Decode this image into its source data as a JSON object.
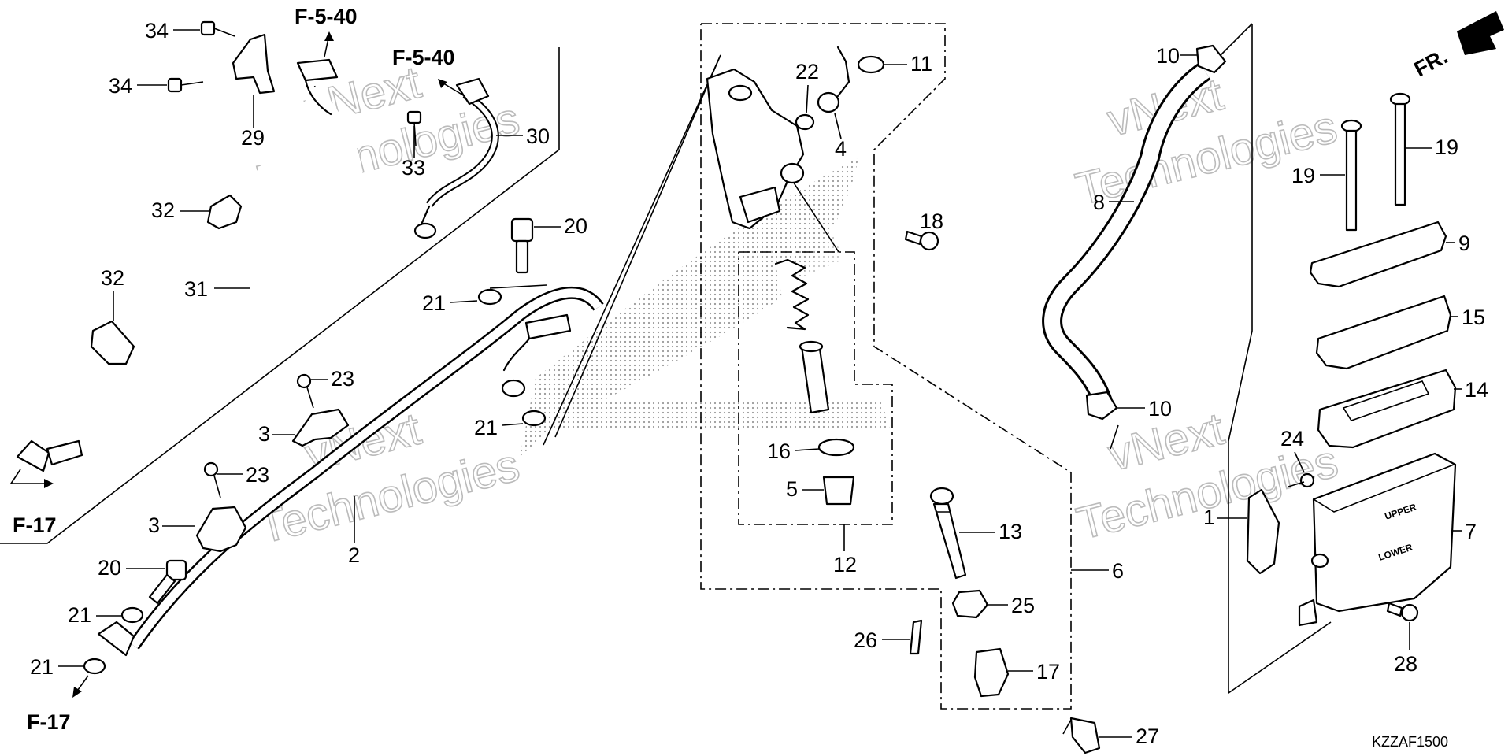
{
  "diagram_code": "KZZAF1500",
  "front_marker": "FR.",
  "references": {
    "top_left": "F-5-40",
    "top_mid": "F-5-40",
    "bottom_left_1": "F-17",
    "bottom_left_2": "F-17"
  },
  "reservoir_text": {
    "upper": "UPPER",
    "lower": "LOWER"
  },
  "watermark": {
    "line1": "vNext",
    "line2": "Technologies"
  },
  "callouts": {
    "c1": "1",
    "c2": "2",
    "c3a": "3",
    "c3b": "3",
    "c4": "4",
    "c5": "5",
    "c6": "6",
    "c7": "7",
    "c8": "8",
    "c9": "9",
    "c10a": "10",
    "c10b": "10",
    "c11": "11",
    "c12": "12",
    "c13": "13",
    "c14": "14",
    "c15": "15",
    "c16": "16",
    "c17": "17",
    "c18": "18",
    "c19a": "19",
    "c19b": "19",
    "c20a": "20",
    "c20b": "20",
    "c21a": "21",
    "c21b": "21",
    "c21c": "21",
    "c21d": "21",
    "c22": "22",
    "c23a": "23",
    "c23b": "23",
    "c24": "24",
    "c25": "25",
    "c26": "26",
    "c27": "27",
    "c28": "28",
    "c29": "29",
    "c30": "30",
    "c31": "31",
    "c32a": "32",
    "c32b": "32",
    "c33": "33",
    "c34a": "34",
    "c34b": "34"
  }
}
